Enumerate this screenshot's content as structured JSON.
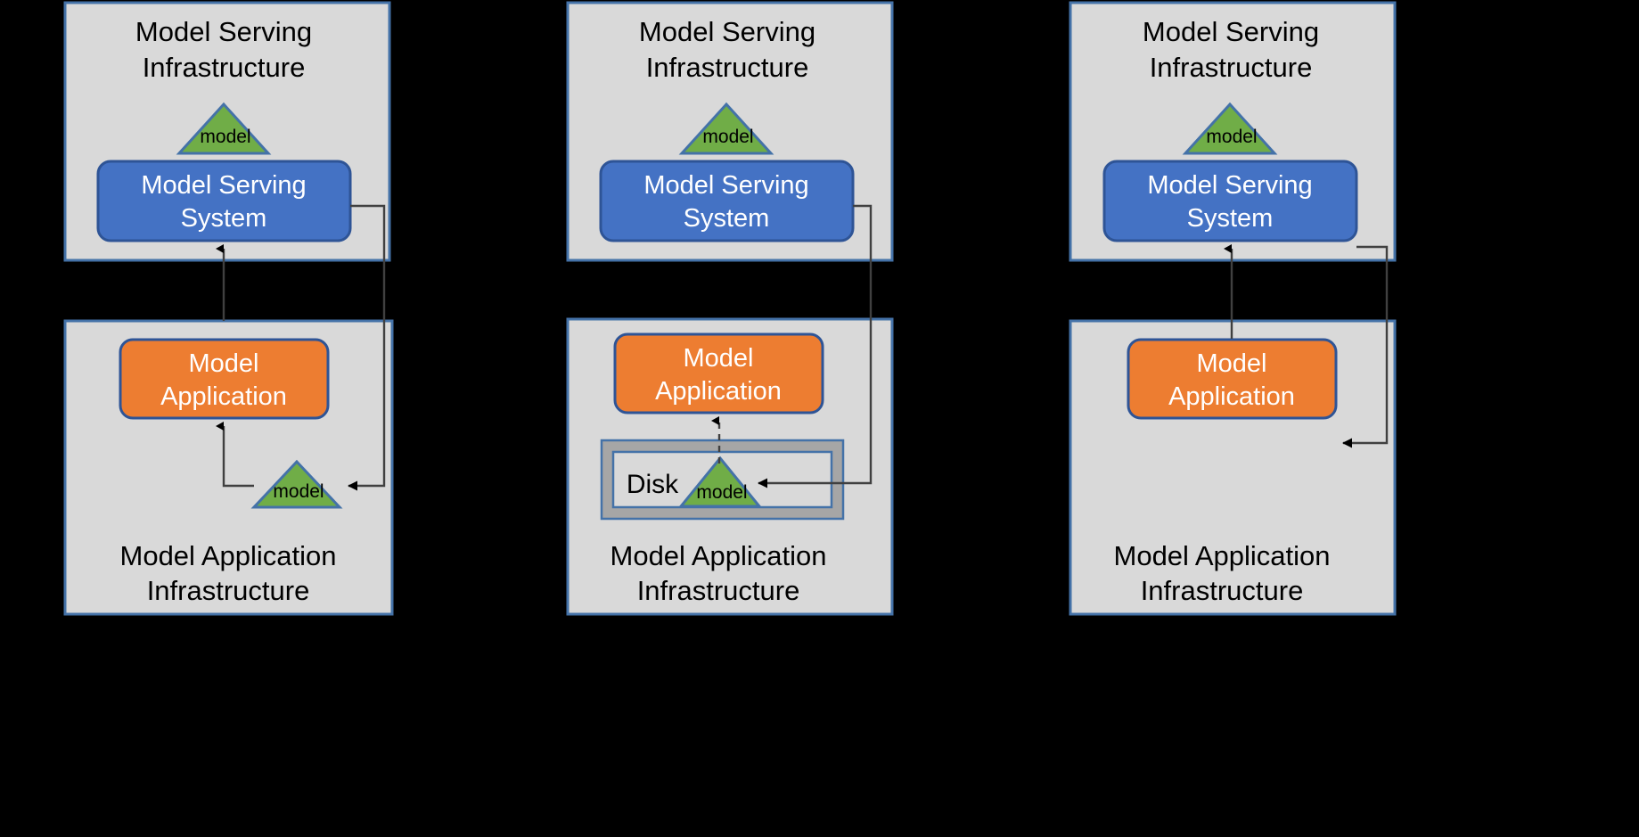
{
  "diagram": {
    "background_color": "#000000",
    "panel_fill": "#d9d9d9",
    "panel_stroke": "#4472a8",
    "serving_box_fill": "#4472c4",
    "app_box_fill": "#ed7d31",
    "model_tri_fill": "#70ad47",
    "disk_frame_fill": "#a6a6a6",
    "connector_color": "#404040"
  },
  "columns": [
    {
      "id": "column-1",
      "top_panel": {
        "title_line1": "Model Serving",
        "title_line2": "Infrastructure",
        "model_label": "model",
        "box_line1": "Model Serving",
        "box_line2": "System"
      },
      "bottom_panel": {
        "box_line1": "Model",
        "box_line2": "Application",
        "model_label": "model",
        "title_line1": "Model Application",
        "title_line2": "Infrastructure"
      }
    },
    {
      "id": "column-2",
      "top_panel": {
        "title_line1": "Model Serving",
        "title_line2": "Infrastructure",
        "model_label": "model",
        "box_line1": "Model Serving",
        "box_line2": "System"
      },
      "bottom_panel": {
        "box_line1": "Model",
        "box_line2": "Application",
        "disk_label": "Disk",
        "model_label": "model",
        "title_line1": "Model Application",
        "title_line2": "Infrastructure"
      }
    },
    {
      "id": "column-3",
      "top_panel": {
        "title_line1": "Model Serving",
        "title_line2": "Infrastructure",
        "model_label": "model",
        "box_line1": "Model Serving",
        "box_line2": "System"
      },
      "bottom_panel": {
        "box_line1": "Model",
        "box_line2": "Application",
        "title_line1": "Model Application",
        "title_line2": "Infrastructure"
      }
    }
  ]
}
